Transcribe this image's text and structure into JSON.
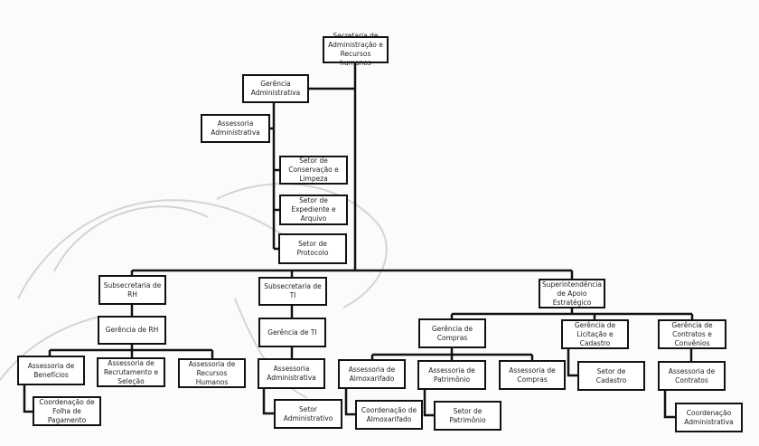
{
  "nodes": {
    "secretaria": "Secretaria de\nAdministração e\nRecursos humanos",
    "gerencia_adm": "Gerência\nAdministrativa",
    "assessoria_adm": "Assessoria\nAdministrativa",
    "setor_conservacao": "Setor de\nConservação e\nLimpeza",
    "setor_expediente": "Setor de\nExpediente e\nArquivo",
    "setor_protocolo": "Setor de Protocolo",
    "subsecretaria_rh": "Subsecretaria de\nRH",
    "gerencia_rh": "Gerência de RH",
    "assessoria_beneficios": "Assessoria de\nBenefícios",
    "assessoria_recrutamento": "Assessoria de\nRecrutamento e\nSeleção",
    "assessoria_recursos_humanos": "Assessoria de\nRecursos Humanos",
    "coord_folha": "Coordenação de\nFolha de\nPagamento",
    "subsecretaria_ti": "Subsecretaria de\nTI",
    "gerencia_ti": "Gerência de TI",
    "assessoria_adm_ti": "Assessoria\nAdministrativa",
    "setor_adm_ti": "Setor\nAdministrativo",
    "superintendencia": "Superintendência\nde Apoio\nEstratégico",
    "gerencia_compras": "Gerência de\nCompras",
    "gerencia_licitacao": "Gerência de\nLicitação e\nCadastro",
    "gerencia_contratos": "Gerência de\nContratos e\nConvênios",
    "assessoria_almoxarifado": "Assessoria de\nAlmoxarifado",
    "assessoria_patrimonio": "Assessoria de\nPatrimônio",
    "assessoria_compras": "Assessoria de\nCompras",
    "setor_cadastro": "Setor de Cadastro",
    "assessoria_contratos": "Assessoria de\nContratos",
    "coord_almoxarifado": "Coordenação de\nAlmoxarifado",
    "setor_patrimonio": "Setor de\nPatrimônio",
    "coord_administrativa": "Coordenação\nAdministrativa"
  }
}
